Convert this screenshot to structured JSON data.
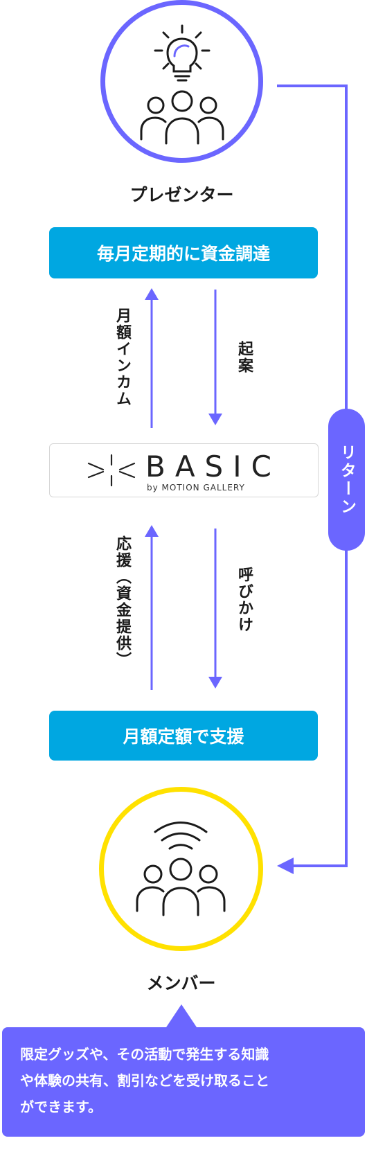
{
  "presenter": {
    "label": "プレゼンター"
  },
  "funding_box": {
    "label": "毎月定期的に資金調達"
  },
  "left_upper": {
    "label": "月額インカム"
  },
  "right_upper": {
    "label": "起案"
  },
  "basic": {
    "word": "BASIC",
    "sub": "by MOTION GALLERY"
  },
  "left_lower": {
    "label": "応援（資金提供）"
  },
  "right_lower": {
    "label": "呼びかけ"
  },
  "support_box": {
    "label": "月額定額で支援"
  },
  "return_pill": {
    "label": "リターン"
  },
  "member": {
    "label": "メンバー"
  },
  "bubble": {
    "line1": "限定グッズや、その活動で発生する知識",
    "line2": "や体験の共有、割引などを受け取ること",
    "line3": "ができます。"
  },
  "colors": {
    "purple": "#6b66ff",
    "blue": "#00a7e1",
    "yellow": "#ffe100"
  }
}
